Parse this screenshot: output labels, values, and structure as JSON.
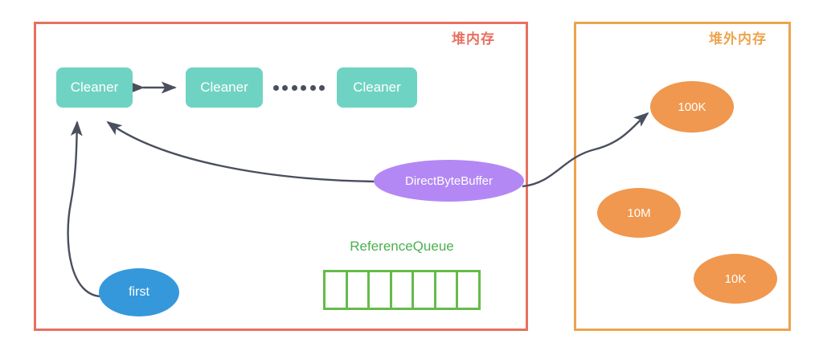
{
  "diagram": {
    "type": "flow-diagram",
    "title": "Java DirectByteBuffer / Cleaner off-heap memory diagram",
    "background": "#ffffff",
    "colors": {
      "heap_border": "#e8705f",
      "offheap_border": "#eda44e",
      "cleaner_fill": "#6fd3c3",
      "directbytebuffer_fill": "#b388f5",
      "first_fill": "#3498db",
      "offheap_block_fill": "#f0984f",
      "queue_stroke": "#66bb4a",
      "queue_label": "#4caf50",
      "arrow": "#4a4f5e"
    }
  },
  "regions": {
    "heap": {
      "label": "堆内存",
      "border_color": "#e8705f"
    },
    "offheap": {
      "label": "堆外内存",
      "border_color": "#eda44e"
    }
  },
  "cleaners": [
    {
      "label": "Cleaner"
    },
    {
      "label": "Cleaner"
    },
    {
      "label": "Cleaner"
    }
  ],
  "cleaner_ellipsis": {
    "name": "ellipsis-dots",
    "dot_count": 6
  },
  "nodes": {
    "direct_byte_buffer": {
      "label": "DirectByteBuffer",
      "fill": "#b388f5"
    },
    "first": {
      "label": "first",
      "fill": "#3498db"
    }
  },
  "reference_queue": {
    "label": "ReferenceQueue",
    "cell_count": 7,
    "cells": [
      "",
      "",
      "",
      "",
      "",
      "",
      ""
    ],
    "stroke": "#66bb4a"
  },
  "offheap_blocks": [
    {
      "label": "100K",
      "fill": "#f0984f"
    },
    {
      "label": "10M",
      "fill": "#f0984f"
    },
    {
      "label": "10K",
      "fill": "#f0984f"
    }
  ],
  "connections": [
    {
      "name": "cleaner-1-to-cleaner-2",
      "from": "Cleaner",
      "to": "Cleaner",
      "style": "double-arrow"
    },
    {
      "name": "first-to-cleaner-1",
      "from": "first",
      "to": "Cleaner",
      "style": "curved-arrow"
    },
    {
      "name": "directbytebuffer-to-cleaner-1",
      "from": "DirectByteBuffer",
      "to": "Cleaner",
      "style": "curved-arrow"
    },
    {
      "name": "directbytebuffer-to-100k",
      "from": "DirectByteBuffer",
      "to": "100K",
      "style": "curved-arrow"
    }
  ]
}
